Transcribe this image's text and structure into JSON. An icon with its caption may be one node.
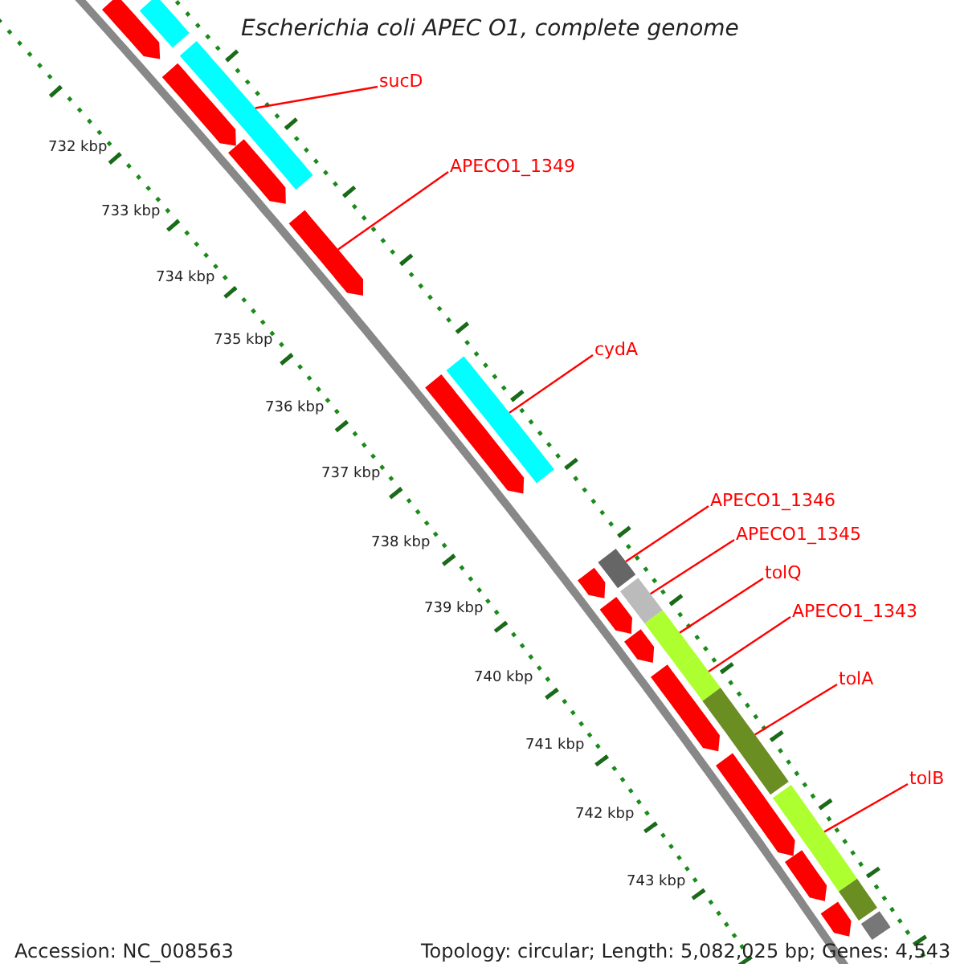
{
  "diagram": {
    "title": "Escherichia coli APEC O1, complete genome",
    "nodes": [
      {
        "text": [
          "sucD"
        ]
      },
      {
        "text": [
          "APECO1_1349"
        ]
      },
      {
        "text": [
          "cydA"
        ]
      },
      {
        "text": [
          "APECO1_1346"
        ]
      },
      {
        "text": [
          "APECO1_1345"
        ]
      },
      {
        "text": [
          "tolQ"
        ]
      },
      {
        "text": [
          "APECO1_1343"
        ]
      },
      {
        "text": [
          "tolA"
        ]
      },
      {
        "text": [
          "tolB"
        ]
      },
      {
        "text": [],
        "shape": "bar"
      },
      {
        "text": [],
        "shape": "bar"
      },
      {
        "text": [],
        "shape": "bar"
      },
      {
        "text": [],
        "shape": "bar"
      },
      {
        "text": [],
        "shape": "bar"
      },
      {
        "text": [],
        "shape": "bar"
      },
      {
        "text": [],
        "shape": "bar"
      },
      {
        "text": [],
        "shape": "bar"
      },
      {
        "text": [],
        "shape": "bar"
      },
      {
        "text": [],
        "shape": "bar"
      },
      {
        "text": [],
        "shape": "bar"
      },
      {
        "text": [],
        "shape": "bar"
      },
      {
        "text": [],
        "shape": "bar"
      },
      {
        "text": [],
        "shape": "bar"
      },
      {
        "text": [],
        "shape": "bar"
      },
      {
        "text": [],
        "shape": "bar"
      },
      {
        "text": [],
        "shape": "bar"
      },
      {
        "text": [],
        "shape": "bar"
      },
      {
        "text": [],
        "shape": "bar"
      },
      {
        "text": [],
        "shape": "bar"
      },
      {
        "text": [],
        "shape": "bar"
      },
      {
        "text": [],
        "shape": "bar"
      },
      {
        "text": [],
        "shape": "bar"
      }
    ],
    "edges": [
      {
        "from": 0,
        "to": 11,
        "arrow": "none"
      },
      {
        "from": 1,
        "to": 14,
        "arrow": "none"
      },
      {
        "from": 2,
        "to": 15,
        "arrow": "none"
      },
      {
        "from": 3,
        "to": 17,
        "arrow": "none"
      },
      {
        "from": 4,
        "to": 19,
        "arrow": "none"
      },
      {
        "from": 5,
        "to": 21,
        "arrow": "none"
      },
      {
        "from": 6,
        "to": 23,
        "arrow": "none"
      },
      {
        "from": 7,
        "to": 25,
        "arrow": "none"
      },
      {
        "from": 8,
        "to": 27,
        "arrow": "none"
      }
    ],
    "labels": [
      "732 kbp",
      "733 kbp",
      "734 kbp",
      "735 kbp",
      "736 kbp",
      "737 kbp",
      "738 kbp",
      "739 kbp",
      "740 kbp",
      "741 kbp",
      "742 kbp",
      "743 kbp",
      "Accession: NC_008563",
      "Topology: circular; Length: 5,082,025 bp; Genes: 4,543"
    ]
  }
}
